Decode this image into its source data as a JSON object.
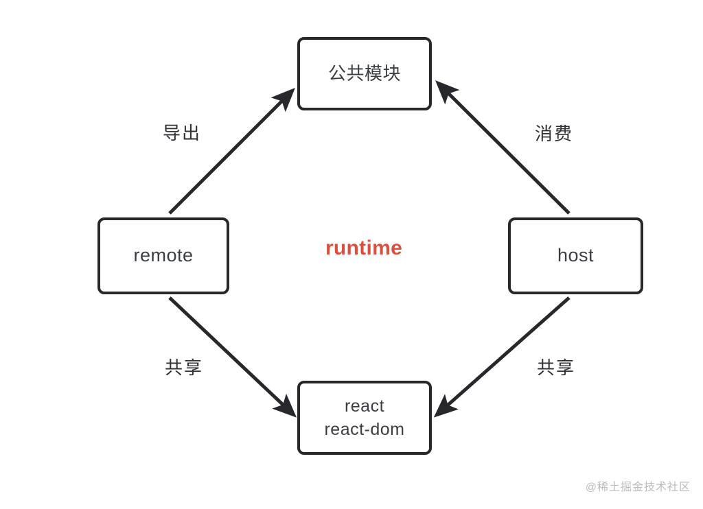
{
  "diagram": {
    "title_text": "runtime",
    "center": {
      "label": "runtime",
      "color": "#d9503f"
    },
    "nodes": [
      {
        "id": "common-module",
        "label": "公共模块",
        "position": "top"
      },
      {
        "id": "remote",
        "label": "remote",
        "position": "left"
      },
      {
        "id": "host",
        "label": "host",
        "position": "right"
      },
      {
        "id": "shared-deps",
        "label": "react\nreact-dom",
        "position": "bottom"
      }
    ],
    "edges": [
      {
        "id": "remote-to-common",
        "from": "remote",
        "to": "common-module",
        "label": "导出",
        "direction": "to"
      },
      {
        "id": "host-to-common",
        "from": "host",
        "to": "common-module",
        "label": "消费",
        "direction": "to"
      },
      {
        "id": "remote-to-shared",
        "from": "remote",
        "to": "shared-deps",
        "label": "共享",
        "direction": "to"
      },
      {
        "id": "host-to-shared",
        "from": "host",
        "to": "shared-deps",
        "label": "共享",
        "direction": "to"
      }
    ],
    "colors": {
      "stroke": "#26282b",
      "node_text": "#3a3d42",
      "label_text": "#2f3135",
      "accent": "#d9503f",
      "background": "#ffffff",
      "watermark": "#b9bbbe"
    }
  },
  "watermark": {
    "text": "@稀土掘金技术社区"
  }
}
